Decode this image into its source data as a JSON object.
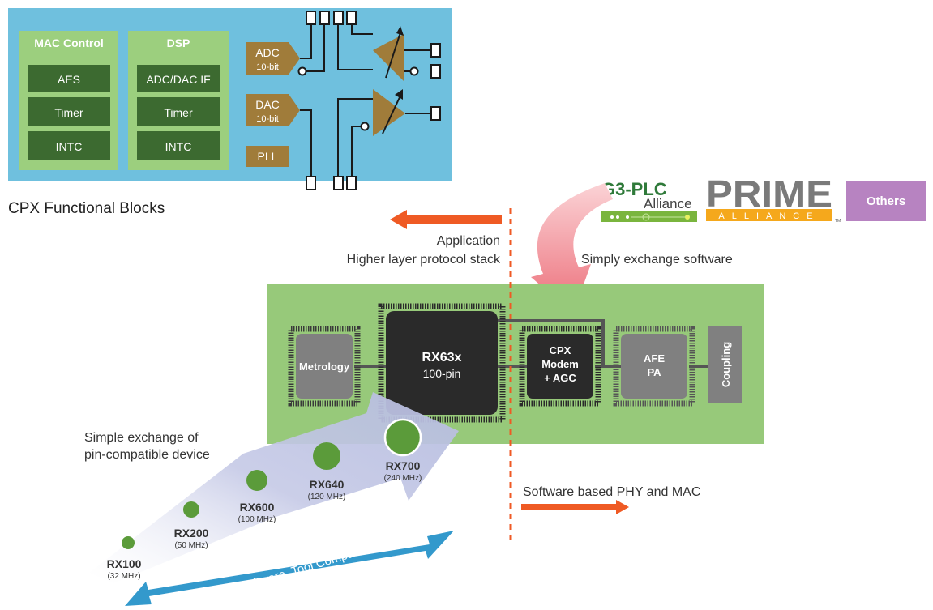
{
  "functional_blocks": {
    "caption": "CPX Functional Blocks",
    "mac_control": {
      "title": "MAC Control",
      "items": [
        "AES",
        "Timer",
        "INTC"
      ]
    },
    "dsp": {
      "title": "DSP",
      "items": [
        "ADC/DAC IF",
        "Timer",
        "INTC"
      ]
    },
    "adc": {
      "name": "ADC",
      "bits": "10-bit"
    },
    "dac": {
      "name": "DAC",
      "bits": "10-bit"
    },
    "pll": "PLL"
  },
  "logos": {
    "g3_main": "G3-PLC",
    "g3_sub": "Alliance",
    "prime_main": "PRIME",
    "prime_sub": "ALLIANCE",
    "prime_tm": "TM",
    "others": "Others"
  },
  "labels": {
    "application": "Application",
    "higher_layer": "Higher layer protocol stack",
    "simply_exchange": "Simply exchange software",
    "software_phy": "Software based PHY and MAC",
    "simple_exchange_1": "Simple exchange of",
    "simple_exchange_2": "pin-compatible device",
    "compatibility": "CPU, Software, Tool Compatibility"
  },
  "board": {
    "metrology": "Metrology",
    "rx63x_name": "RX63x",
    "rx63x_pins": "100-pin",
    "cpx_1": "CPX",
    "cpx_2": "Modem",
    "cpx_3": "+ AGC",
    "afe_1": "AFE",
    "afe_2": "PA",
    "coupling": "Coupling"
  },
  "devices": [
    {
      "name": "RX100",
      "freq": "(32 MHz)"
    },
    {
      "name": "RX200",
      "freq": "(50 MHz)"
    },
    {
      "name": "RX600",
      "freq": "(100 MHz)"
    },
    {
      "name": "RX640",
      "freq": "(120 MHz)"
    },
    {
      "name": "RX700",
      "freq": "(240 MHz)"
    }
  ],
  "colors": {
    "block_bg": "#6fc0de",
    "panel_green": "#9ccf7e",
    "dark_green": "#3c6a30",
    "gold": "#a07c3a",
    "board_green": "#97c97a",
    "chip_dark": "#2a2a2a",
    "chip_gray": "#808080",
    "orange_arrow": "#ef5a24",
    "pink_arrow": "#ee7b84",
    "device_dot": "#5b9b3a",
    "blue_arrow": "#3399cc",
    "others_purple": "#b783c1"
  }
}
